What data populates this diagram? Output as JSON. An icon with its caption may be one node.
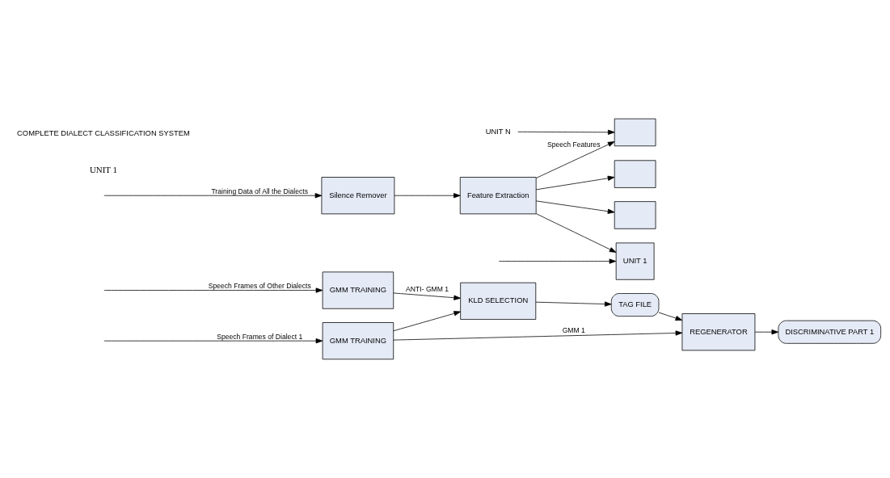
{
  "diagram": {
    "nodes": [
      {
        "text": [
          "GMM TRAINING"
        ]
      },
      {
        "text": [
          "GMM TRAINING"
        ]
      },
      {
        "text": [
          "KLD SELECTION"
        ]
      },
      {
        "text": [
          "TAG FILE"
        ]
      },
      {
        "text": [
          "REGENERATOR"
        ]
      },
      {
        "text": [
          "DISCRIMINATIVE PART 1"
        ]
      },
      {
        "text": [
          "Silence Remover"
        ]
      },
      {
        "text": [
          "Feature Extraction"
        ]
      },
      {
        "text": [],
        "shape": "box"
      },
      {
        "text": [],
        "shape": "box"
      },
      {
        "text": [],
        "shape": "box"
      },
      {
        "text": [
          "UNIT 1"
        ]
      },
      {
        "text": [
          "UNIT N"
        ]
      }
    ],
    "edges": [
      {
        "from": null,
        "to": 0,
        "arrow": "to",
        "label": "Speech Frames of Dialect 1"
      },
      {
        "from": null,
        "to": 1,
        "arrow": "to",
        "label": "Speech Frames of Other Dialects"
      },
      {
        "from": 0,
        "to": 4,
        "arrow": "to",
        "label": "GMM 1"
      },
      {
        "from": 0,
        "to": 2,
        "arrow": "to"
      },
      {
        "from": 1,
        "to": 2,
        "arrow": "to",
        "label": "ANTI- GMM 1"
      },
      {
        "from": 2,
        "to": 3,
        "arrow": "to"
      },
      {
        "from": 3,
        "to": 4,
        "arrow": "to"
      },
      {
        "from": 4,
        "to": 5,
        "arrow": "to"
      },
      {
        "from": null,
        "to": 6,
        "arrow": "to",
        "label": "Training Data of All the Dialects"
      },
      {
        "from": 6,
        "to": 7,
        "arrow": "to"
      },
      {
        "from": 7,
        "to": 8,
        "arrow": "to",
        "label": "Speech Features"
      },
      {
        "from": 7,
        "to": 9,
        "arrow": "to"
      },
      {
        "from": 7,
        "to": 10,
        "arrow": "to"
      },
      {
        "from": 7,
        "to": 11,
        "arrow": "to"
      },
      {
        "from": 12,
        "to": 8,
        "arrow": "to"
      },
      {
        "from": null,
        "to": 11,
        "arrow": "to"
      }
    ],
    "labels": [
      "UNIT 1",
      "COMPLETE DIALECT CLASSIFICATION SYSTEM"
    ]
  }
}
